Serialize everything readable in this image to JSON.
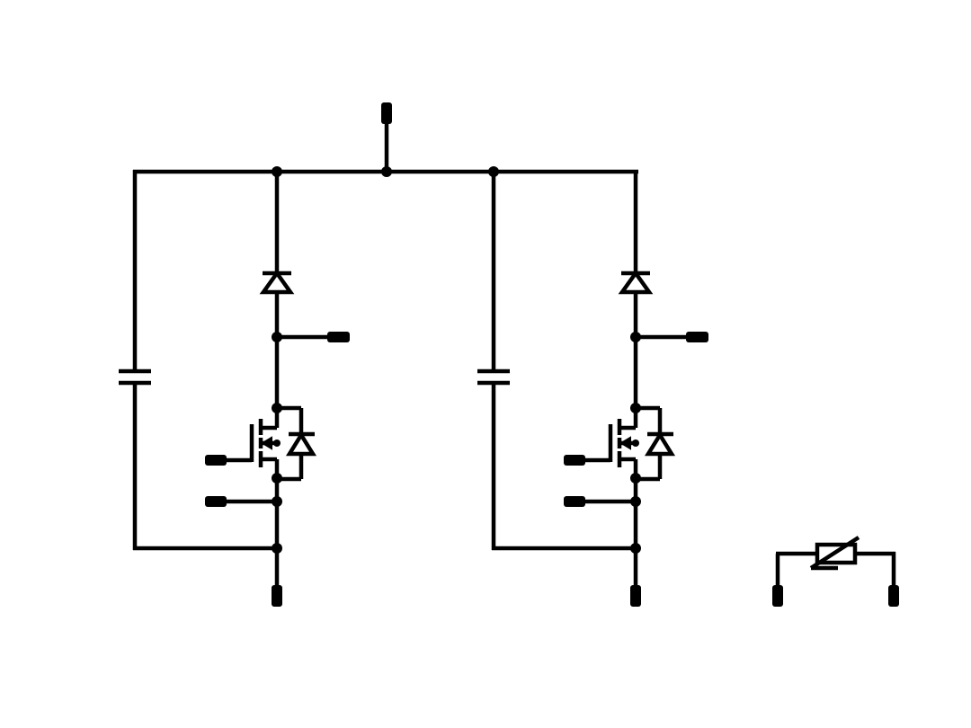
{
  "diagram": {
    "kind": "circuit-schematic",
    "colors": {
      "background": "#ffffff",
      "ink": "#000000"
    },
    "components": [
      {
        "id": "C1",
        "type": "capacitor"
      },
      {
        "id": "D1",
        "type": "diode"
      },
      {
        "id": "Q1",
        "type": "n-mosfet-with-body-diode"
      },
      {
        "id": "C2",
        "type": "capacitor"
      },
      {
        "id": "D2",
        "type": "diode"
      },
      {
        "id": "Q2",
        "type": "n-mosfet-with-body-diode"
      },
      {
        "id": "RV1",
        "type": "varistor"
      }
    ],
    "terminals": [
      {
        "id": "top-input"
      },
      {
        "id": "left-cell-output"
      },
      {
        "id": "left-cell-gate"
      },
      {
        "id": "left-cell-source"
      },
      {
        "id": "left-cell-bottom"
      },
      {
        "id": "right-cell-output"
      },
      {
        "id": "right-cell-gate"
      },
      {
        "id": "right-cell-source"
      },
      {
        "id": "right-cell-bottom"
      },
      {
        "id": "varistor-left"
      },
      {
        "id": "varistor-right"
      }
    ]
  }
}
